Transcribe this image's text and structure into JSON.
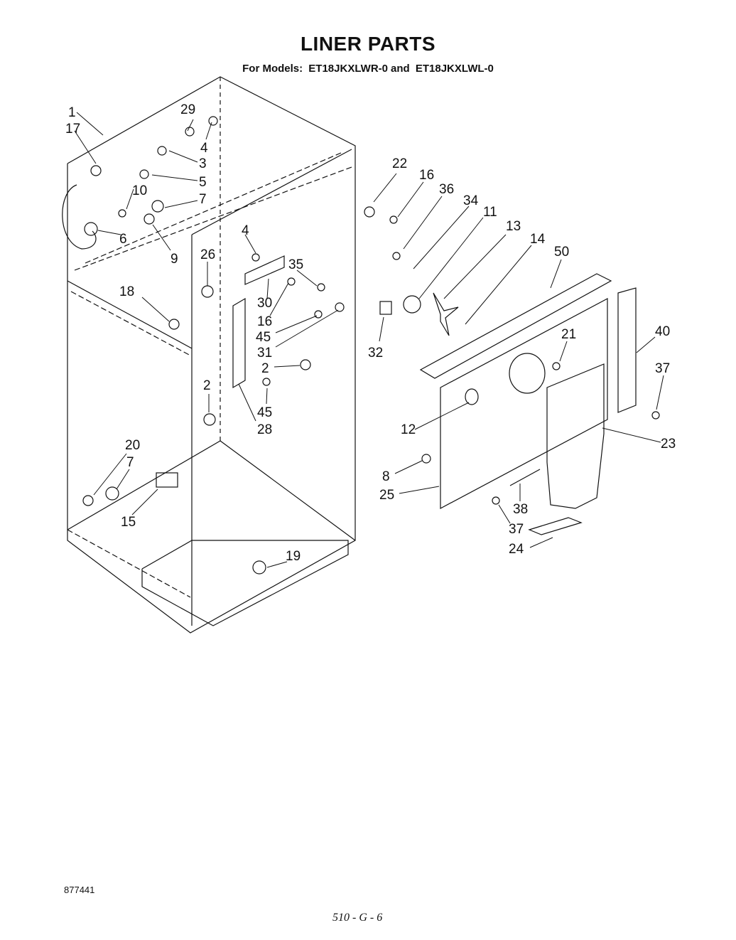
{
  "title": "LINER PARTS",
  "subtitle": {
    "prefix": "For Models:",
    "model1": "ET18JKXLWR-0",
    "conj": "and",
    "model2": "ET18JKXLWL-0"
  },
  "callouts": [
    "1",
    "17",
    "29",
    "4",
    "3",
    "22",
    "16",
    "36",
    "34",
    "11",
    "13",
    "14",
    "50",
    "5",
    "10",
    "7",
    "6",
    "9",
    "26",
    "4",
    "35",
    "18",
    "30",
    "16",
    "45",
    "31",
    "32",
    "21",
    "40",
    "37",
    "2",
    "45",
    "28",
    "2",
    "20",
    "7",
    "15",
    "12",
    "23",
    "8",
    "25",
    "38",
    "37",
    "24",
    "19"
  ],
  "footer": {
    "code": "877441",
    "note": "510 - G - 6"
  }
}
